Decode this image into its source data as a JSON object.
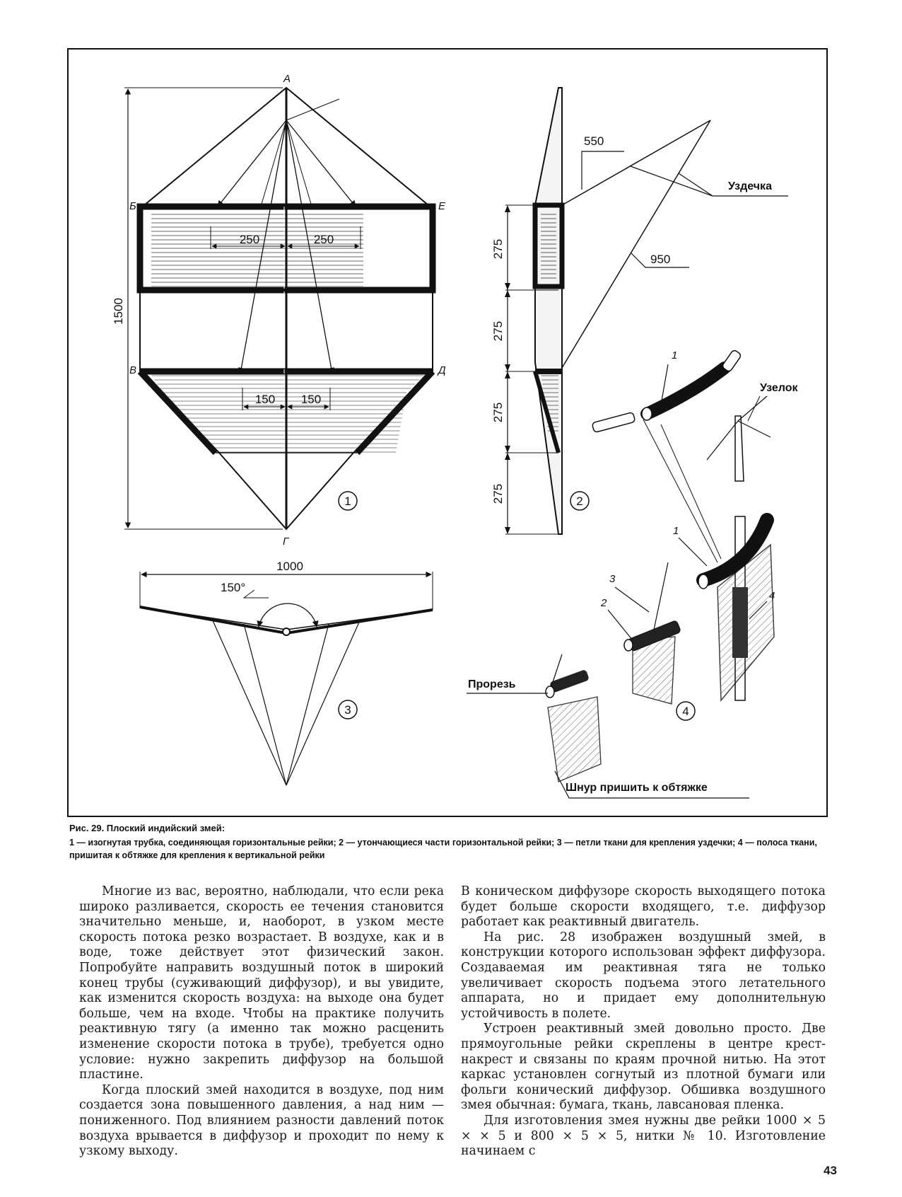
{
  "figure": {
    "panel1": {
      "vertex_a": "А",
      "vertex_b": "Б",
      "vertex_e": "Е",
      "vertex_v": "В",
      "vertex_d": "Д",
      "vertex_g": "Г",
      "dim_height": "1500",
      "dim_upper_left": "250",
      "dim_upper_right": "250",
      "dim_lower_left": "150",
      "dim_lower_right": "150",
      "number": "1"
    },
    "panel2": {
      "dim_1": "275",
      "dim_2": "275",
      "dim_3": "275",
      "dim_4": "275",
      "dim_bridle_short": "550",
      "dim_bridle_long": "950",
      "bridle_label": "Уздечка",
      "number": "2"
    },
    "panel3": {
      "dim_width": "1000",
      "angle": "150°",
      "number": "3"
    },
    "panel4": {
      "knot_label": "Узелок",
      "slot_label": "Прорезь",
      "cord_label": "Шнур пришить к обтяжке",
      "callout_1_top": "1",
      "callout_1": "1",
      "callout_2": "2",
      "callout_3": "3",
      "callout_4": "4",
      "number": "4"
    }
  },
  "caption": {
    "title": "Рис. 29. Плоский индийский змей:",
    "legend": "1 — изогнутая трубка, соединяющая горизонтальные рейки; 2 — утончающиеся части горизонтальной рейки; 3 — петли ткани для крепления уздечки; 4 — полоса ткани, пришитая к обтяжке для крепления к вертикальной рейки"
  },
  "text": {
    "left_p1": "Многие из вас, вероятно, наблюдали, что если река широко разливается, скорость ее течения становится значительно меньше, и, наоборот, в узком месте скорость потока резко возрастает. В воздухе, как и в воде, тоже действует этот физический закон. Попробуйте направить воздушный поток в широкий конец трубы (суживающий диффузор), и вы увидите, как изменится скорость воздуха: на выходе она будет больше, чем на входе. Чтобы на практике получить реактивную тягу (а именно так можно расценить изменение скорости потока в трубе), требуется одно условие: нужно закрепить диффузор на большой пластине.",
    "left_p2": "Когда плоский змей находится в воздухе, под ним создается зона повышенного давления, а над ним — пониженного. Под влиянием разности давлений поток воздуха врывается в диффузор и проходит по нему к узкому выходу.",
    "right_p1": "В коническом диффузоре скорость выходящего потока будет больше скорости входящего, т.е. диффузор работает как реактивный двигатель.",
    "right_p2": "На рис. 28 изображен воздушный змей, в конструкции которого использован эффект диффузора. Создаваемая им реактивная тяга не только увеличивает скорость подъема этого летательного аппарата, но и придает ему дополнительную устойчивость в полете.",
    "right_p3": "Устроен реактивный змей довольно просто. Две прямоугольные рейки скреплены в центре крест-накрест и связаны по краям прочной нитью. На этот каркас установлен согнутый из плотной бумаги или фольги конический диффузор. Обшивка воздушного змея обычная: бумага, ткань, лавсановая пленка.",
    "right_p4": "Для изготовления змея нужны две рейки 1000 × 5 × × 5 и 800 × 5 × 5, нитки № 10. Изготовление начинаем с"
  },
  "page_number": "43"
}
